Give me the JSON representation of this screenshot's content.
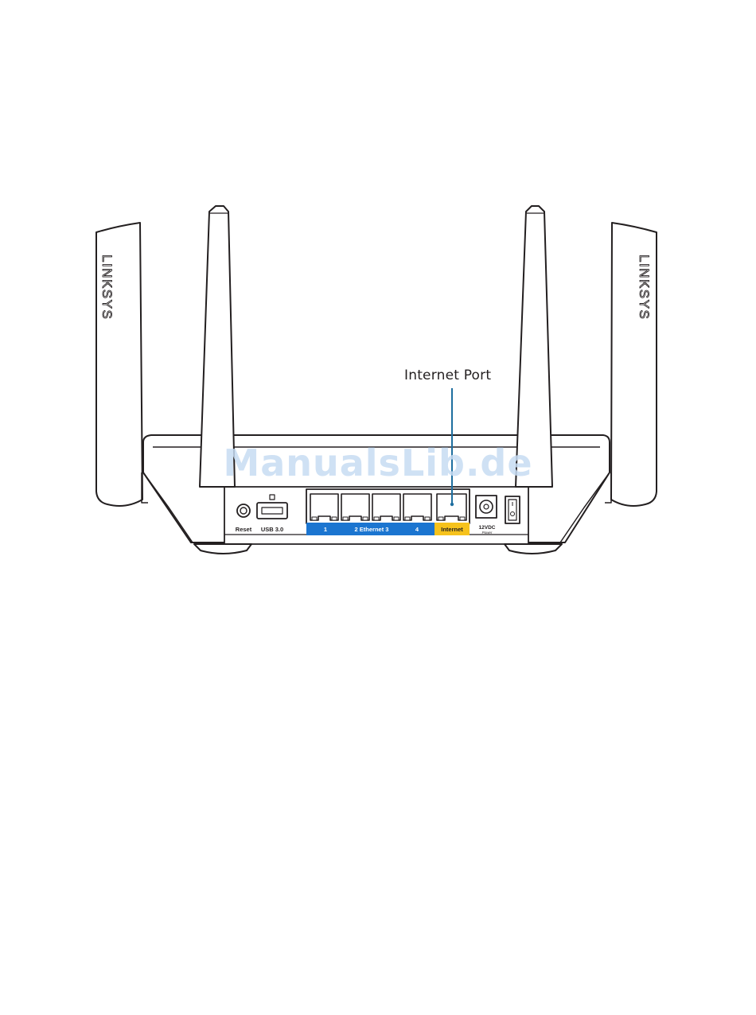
{
  "callout": {
    "label": "Internet Port",
    "line_color": "#1f6fa0"
  },
  "router": {
    "brand_left": "LINKSYS",
    "brand_right": "LINKSYS",
    "labels": {
      "reset": "Reset",
      "usb": "USB 3.0",
      "eth1": "1",
      "eth23": "2 Ethernet 3",
      "eth4": "4",
      "internet": "Internet",
      "power_v": "12VDC",
      "power": "Power"
    },
    "colors": {
      "ethernet_strip": "#1b75d0",
      "internet_strip": "#f6c21c",
      "outline": "#231f20"
    }
  },
  "watermark": "ManualsLib.de"
}
